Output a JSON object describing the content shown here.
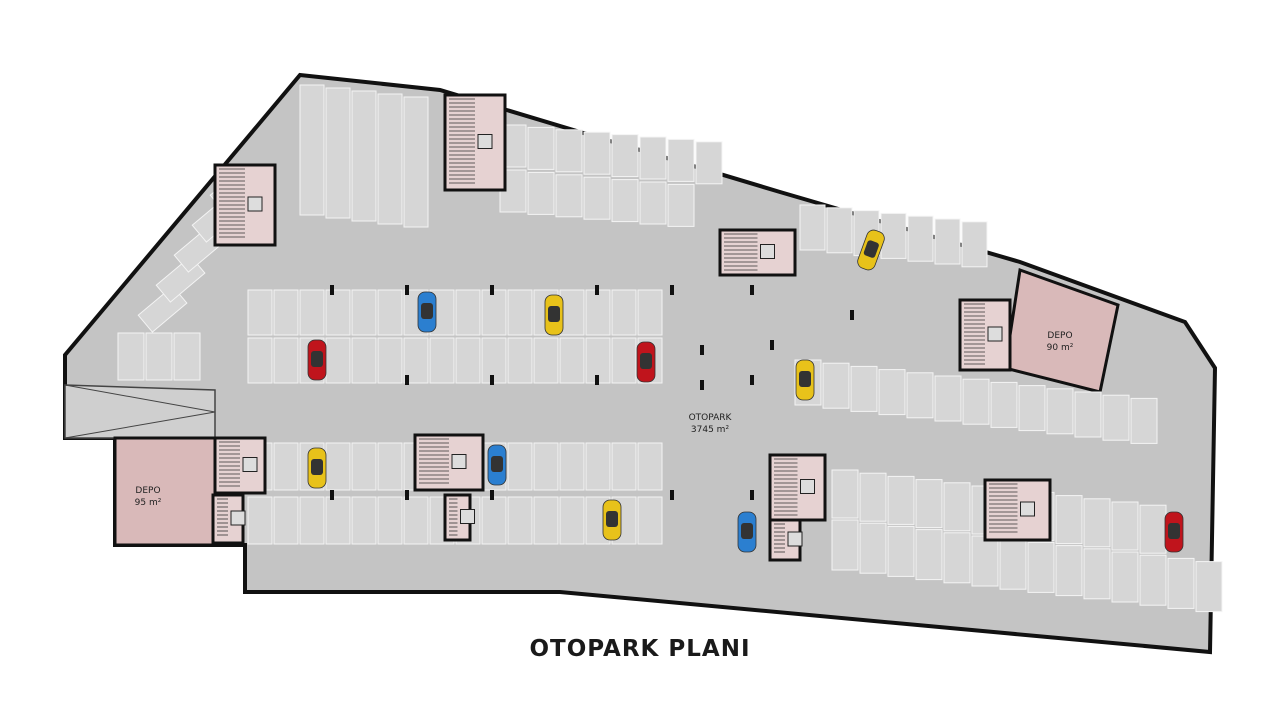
{
  "title": "OTOPARK PLANI",
  "areas": [
    {
      "name": "OTOPARK",
      "area": "3745 m²"
    },
    {
      "name": "DEPO",
      "area": "90 m²"
    },
    {
      "name": "DEPO",
      "area": "95 m²"
    }
  ],
  "colors": {
    "floor": "#c4c4c4",
    "stall": "#d6d6d6",
    "wall": "#111111",
    "storage": "#d9b9b9",
    "car_red": "#c0141c",
    "car_blue": "#2b7fd0",
    "car_yellow": "#e8c21a"
  },
  "cars": [
    "yellow",
    "blue",
    "yellow",
    "red",
    "red",
    "yellow",
    "yellow",
    "blue",
    "yellow",
    "blue",
    "red"
  ]
}
